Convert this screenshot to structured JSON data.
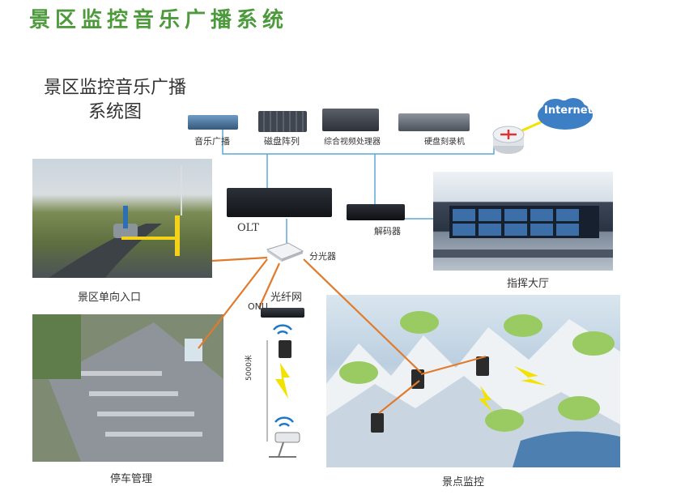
{
  "header": {
    "title": "景区监控音乐广播系统"
  },
  "diagram": {
    "title_line1": "景区监控音乐广播",
    "title_line2": "系统图",
    "devices": {
      "music": "音乐广播",
      "disk": "磁盘阵列",
      "video": "综合视频处理器",
      "dvr": "硬盘刻录机",
      "internet": "Internet",
      "olt": "OLT",
      "decoder": "解码器",
      "splitter": "分光器",
      "fiber": "光纤网",
      "onu": "ONU",
      "distance": "5000米"
    },
    "scenes": {
      "entrance": "景区单向入口",
      "control_hall": "指挥大厅",
      "parking": "停车管理",
      "scenic": "景点监控"
    }
  },
  "colors": {
    "accent_green": "#4d9a3c",
    "wire_blue": "#5aa9d6",
    "wire_orange": "#e07b2e",
    "lightning_yellow": "#f2e200"
  }
}
